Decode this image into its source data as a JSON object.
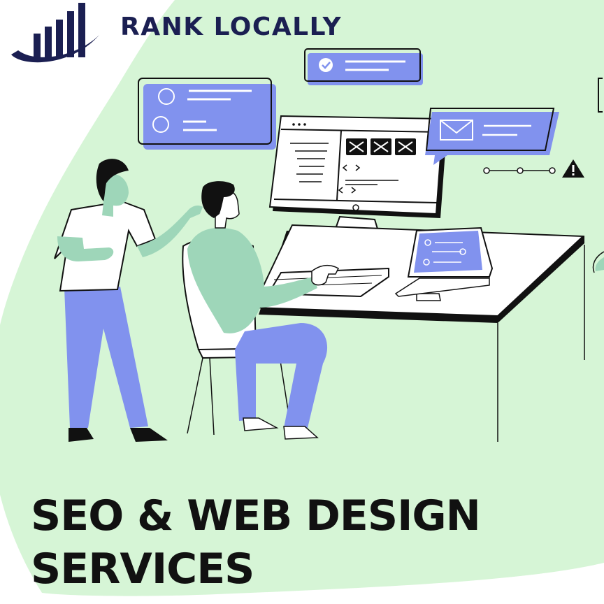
{
  "brand": {
    "name": "RANK LOCALLY"
  },
  "headline": {
    "line1": "SEO & WEB DESIGN",
    "line2": "SERVICES"
  },
  "colors": {
    "background": "#d6f5d6",
    "accent": "#8192ee",
    "brand_navy": "#1b1f52",
    "skin": "#9ed6b9",
    "ink": "#111111"
  },
  "icons": [
    "logo-bar-chart-icon",
    "check-icon",
    "envelope-icon",
    "warning-icon",
    "code-icon"
  ]
}
